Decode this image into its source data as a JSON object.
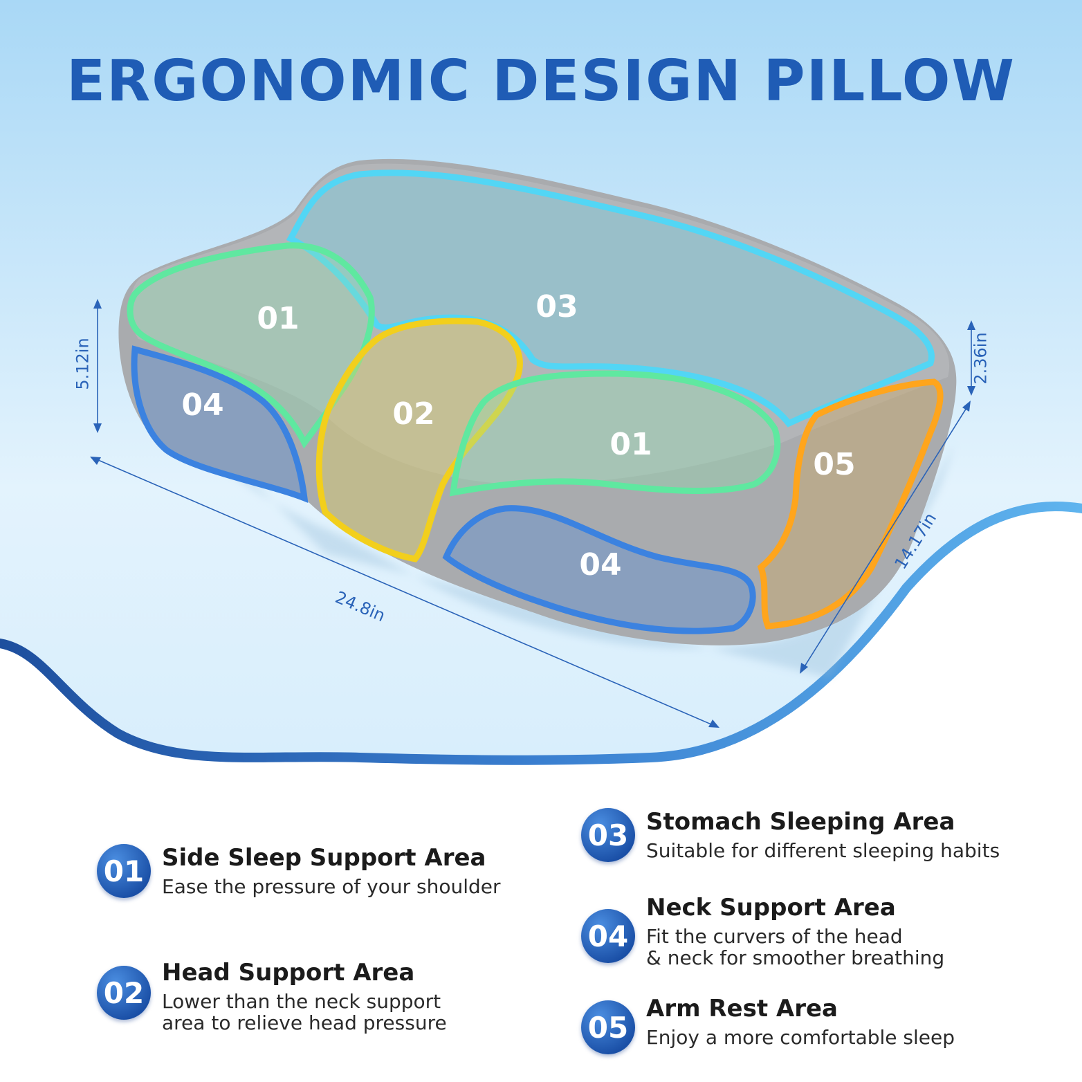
{
  "title": "ERGONOMIC DESIGN PILLOW",
  "dimensions": {
    "height_left": "5.12in",
    "height_right": "2.36in",
    "length": "24.8in",
    "width": "14.17in"
  },
  "zones": {
    "z01a": "01",
    "z01b": "01",
    "z02": "02",
    "z03": "03",
    "z04a": "04",
    "z04b": "04",
    "z05": "05"
  },
  "features": [
    {
      "num": "01",
      "title": "Side Sleep Support Area",
      "desc": "Ease the pressure of your shoulder"
    },
    {
      "num": "02",
      "title": "Head Support Area",
      "desc": "Lower than the neck support\narea to relieve head pressure"
    },
    {
      "num": "03",
      "title": "Stomach Sleeping Area",
      "desc": "Suitable for different sleeping habits"
    },
    {
      "num": "04",
      "title": "Neck Support Area",
      "desc": "Fit the curvers of the head\n& neck for smoother breathing"
    },
    {
      "num": "05",
      "title": "Arm Rest Area",
      "desc": "Enjoy a more comfortable sleep"
    }
  ],
  "colors": {
    "title": "#1f5cb5",
    "zone_01": "#5fe8a0",
    "zone_02": "#f2cf1c",
    "zone_03": "#52d6f5",
    "zone_04": "#3b82e0",
    "zone_05": "#ffa51c",
    "pillow": "#a9abae"
  }
}
